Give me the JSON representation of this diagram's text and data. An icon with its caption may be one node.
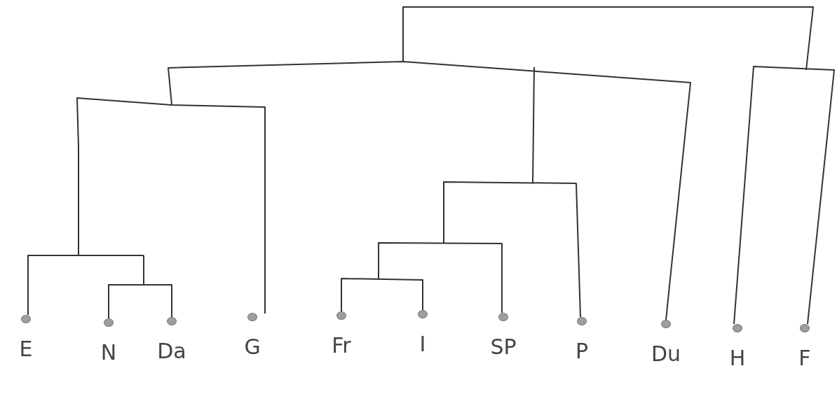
{
  "diagram": {
    "nodes": [
      {
        "text": [
          "E"
        ]
      },
      {
        "text": [
          "N"
        ]
      },
      {
        "text": [
          "Da"
        ]
      },
      {
        "text": [
          "G"
        ]
      },
      {
        "text": [
          "Fr"
        ]
      },
      {
        "text": [
          "I"
        ]
      },
      {
        "text": [
          "SP"
        ]
      },
      {
        "text": [
          "P"
        ]
      },
      {
        "text": [
          "Du"
        ]
      },
      {
        "text": [
          "H"
        ]
      },
      {
        "text": [
          "F"
        ]
      }
    ]
  }
}
